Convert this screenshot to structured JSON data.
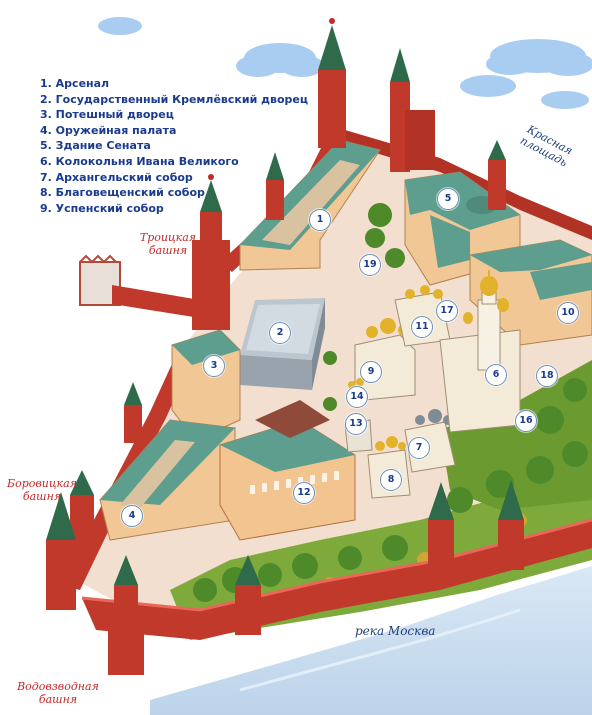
{
  "legend": [
    "1. Арсенал",
    "2. Государственный Кремлёвский дворец",
    "3. Потешный дворец",
    "4. Оружейная палата",
    "5. Здание Сената",
    "6. Колокольня Ивана Великого",
    "7. Архангельский собор",
    "8. Благовещенский собор",
    "9. Успенский собор"
  ],
  "labels": {
    "troitskaya_1": "Троицкая",
    "troitskaya_2": "башня",
    "borovitskaya_1": "Боровицкая",
    "borovitskaya_2": "башня",
    "vodovzvodnaya_1": "Водовзводная",
    "vodovzvodnaya_2": "башня",
    "red_square_1": "Красная",
    "red_square_2": "площадь",
    "river": "река Москва"
  },
  "markers": {
    "m1": "1",
    "m2": "2",
    "m3": "3",
    "m4": "4",
    "m5": "5",
    "m6": "6",
    "m7": "7",
    "m8": "8",
    "m9": "9",
    "m10": "10",
    "m11": "11",
    "m12": "12",
    "m13": "13",
    "m14": "14",
    "m16": "16",
    "m17": "17",
    "m18": "18",
    "m19": "19"
  },
  "colors": {
    "wall": "#c0392b",
    "roof": "#5e9e8e",
    "ground": "#f3dfcf",
    "river": "#c8dcef",
    "legend_text": "#1a3b8c",
    "tower_label": "#c62828"
  }
}
